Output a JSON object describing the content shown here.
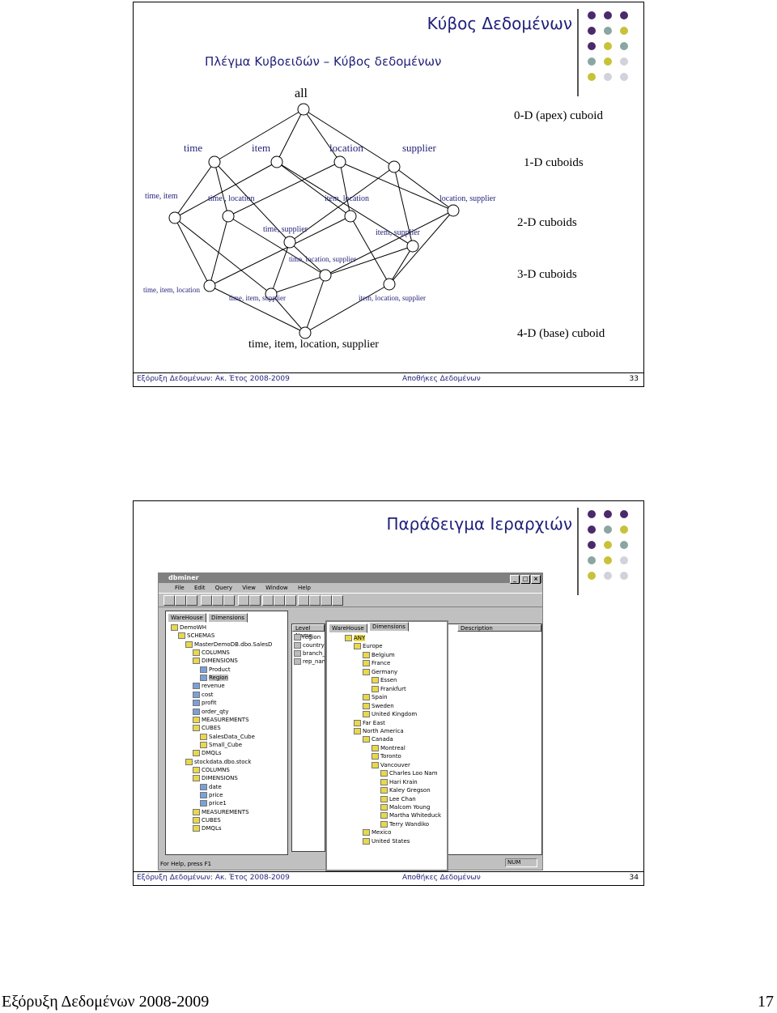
{
  "slide33": {
    "title": "Κύβος Δεδομένων",
    "subtitle": "Πλέγμα Κυβοειδών – Κύβος δεδομένων",
    "apex": "all",
    "d1": [
      "time",
      "item",
      "location",
      "supplier"
    ],
    "d2": [
      "time, item",
      "time , location",
      "item, location",
      "location, supplier",
      "time, supplier",
      "item, supplier"
    ],
    "d3": [
      "time, location, supplier",
      "time, item, location",
      "time, item, supplier",
      "item, location, supplier"
    ],
    "d4": "time, item, location, supplier",
    "levels": [
      "0-D (apex) cuboid",
      "1-D cuboids",
      "2-D cuboids",
      "3-D cuboids",
      "4-D (base) cuboid"
    ],
    "footer_left": "Εξόρυξη Δεδομένων: Ακ. Έτος 2008-2009",
    "footer_mid": "Αποθήκες Δεδομένων",
    "page": "33"
  },
  "slide34": {
    "title": "Παράδειγμα Ιεραρχιών",
    "footer_left": "Εξόρυξη Δεδομένων: Ακ. Έτος 2008-2009",
    "footer_mid": "Αποθήκες Δεδομένων",
    "page": "34",
    "app": {
      "window_title": "dbminer",
      "menu": [
        "File",
        "Edit",
        "Query",
        "View",
        "Window",
        "Help"
      ],
      "left_tabs": [
        "WareHouse",
        "Dimensions"
      ],
      "left_tree": [
        "DemoWH",
        "SCHEMAS",
        "MasterDemoDB.dbo.SalesD",
        "COLUMNS",
        "DIMENSIONS",
        "Product",
        "Region",
        "revenue",
        "cost",
        "profit",
        "order_qty",
        "MEASUREMENTS",
        "CUBES",
        "SalesData_Cube",
        "Small_Cube",
        "DMQLs",
        "stockdata.dbo.stock",
        "COLUMNS",
        "DIMENSIONS",
        "date",
        "price",
        "price1",
        "MEASUREMENTS",
        "CUBES",
        "DMQLs"
      ],
      "mid_header": "Level Name",
      "mid_items": [
        "region",
        "country",
        "branch_n",
        "rep_nam"
      ],
      "right_tabs": [
        "WareHouse",
        "Dimensions"
      ],
      "right_header": "Description",
      "right_tree": [
        "ANY",
        "Europe",
        "Belgium",
        "France",
        "Germany",
        "Essen",
        "Frankfurt",
        "Spain",
        "Sweden",
        "United Kingdom",
        "Far East",
        "North America",
        "Canada",
        "Montreal",
        "Toronto",
        "Vancouver",
        "Charles Loo Nam",
        "Hari Krain",
        "Kaley Gregson",
        "Lee Chan",
        "Malcom Young",
        "Martha Whiteduck",
        "Terry Wandiko",
        "Mexico",
        "United States"
      ],
      "status": "For Help, press F1",
      "num": "NUM"
    }
  },
  "page_footer": {
    "left": "Εξόρυξη Δεδομένων 2008-2009",
    "right": "17"
  },
  "colors": {
    "title": "#1f1f7a",
    "dot_purple": "#4b2a6b",
    "dot_olive": "#c8c23a",
    "dot_teal": "#8aa6a2",
    "dot_grey": "#d2d2da"
  }
}
